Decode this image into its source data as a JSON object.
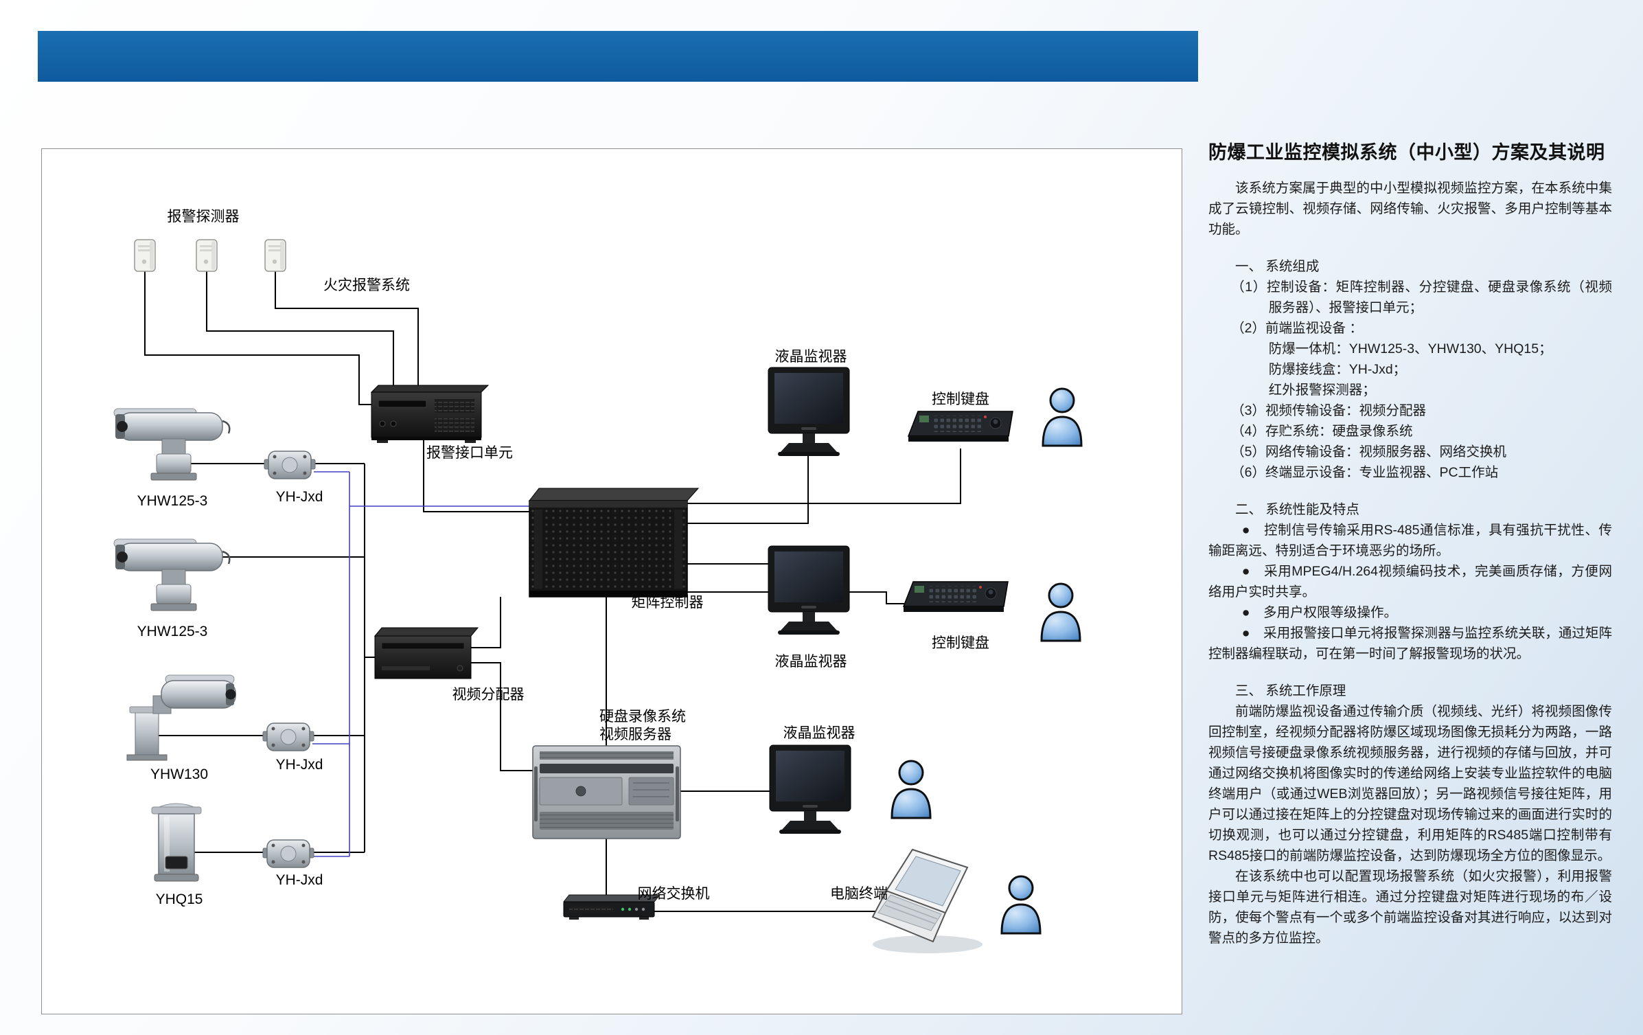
{
  "diagram": {
    "labels": {
      "detector": "报警探测器",
      "fire": "火灾报警系统",
      "alarm_unit": "报警接口单元",
      "yhw125": "YHW125-3",
      "yhw130": "YHW130",
      "yhq15": "YHQ15",
      "jxd": "YH-Jxd",
      "matrix": "矩阵控制器",
      "distributor": "视频分配器",
      "dvr1": "硬盘录像系统",
      "dvr2": "视频服务器",
      "monitor": "液晶监视器",
      "keyboard": "控制键盘",
      "switch": "网络交换机",
      "pc": "电脑终端"
    },
    "colors": {
      "video_line": "#000000",
      "control_line": "#4040c0",
      "person": "#8fbbe8",
      "header": "#135fa5"
    }
  },
  "article": {
    "title": "防爆工业监控模拟系统（中小型）方案及其说明",
    "intro": "该系统方案属于典型的中小型模拟视频监控方案，在本系统中集成了云镜控制、视频存储、网络传输、火灾报警、多用户控制等基本功能。",
    "section1": {
      "heading": "一、 系统组成",
      "items": [
        "（1）控制设备：矩阵控制器、分控键盘、硬盘录像系统（视频服务器）、报警接口单元；",
        "（2）前端监视设备 ：",
        "防爆一体机：YHW125-3、YHW130、YHQ15；",
        "防爆接线盒：YH-Jxd；",
        "红外报警探测器；",
        "（3）视频传输设备：视频分配器",
        "（4）存贮系统：硬盘录像系统",
        "（5）网络传输设备：视频服务器、网络交换机",
        "（6）终端显示设备：专业监视器、PC工作站"
      ]
    },
    "section2": {
      "heading": "二、 系统性能及特点",
      "bullets": [
        "●　控制信号传输采用RS-485通信标准，具有强抗干扰性、传输距离远、特别适合于环境恶劣的场所。",
        "●　采用MPEG4/H.264视频编码技术，完美画质存储，方便网络用户实时共享。",
        "●　多用户权限等级操作。",
        "●　采用报警接口单元将报警探测器与监控系统关联，通过矩阵控制器编程联动，可在第一时间了解报警现场的状况。"
      ]
    },
    "section3": {
      "heading": "三、 系统工作原理",
      "paragraphs": [
        "前端防爆监视设备通过传输介质（视频线、光纤）将视频图像传回控制室，经视频分配器将防爆区域现场图像无损耗分为两路，一路视频信号接硬盘录像系统视频服务器，进行视频的存储与回放，并可通过网络交换机将图像实时的传递给网络上安装专业监控软件的电脑终端用户（或通过WEB浏览器回放）；另一路视频信号接往矩阵，用户可以通过接在矩阵上的分控键盘对现场传输过来的画面进行实时的切换观测，也可以通过分控键盘，利用矩阵的RS485端口控制带有RS485接口的前端防爆监控设备，达到防爆现场全方位的图像显示。",
        "在该系统中也可以配置现场报警系统（如火灾报警），利用报警接口单元与矩阵进行相连。通过分控键盘对矩阵进行现场的布／设防，使每个警点有一个或多个前端监控设备对其进行响应，以达到对警点的多方位监控。"
      ]
    }
  }
}
